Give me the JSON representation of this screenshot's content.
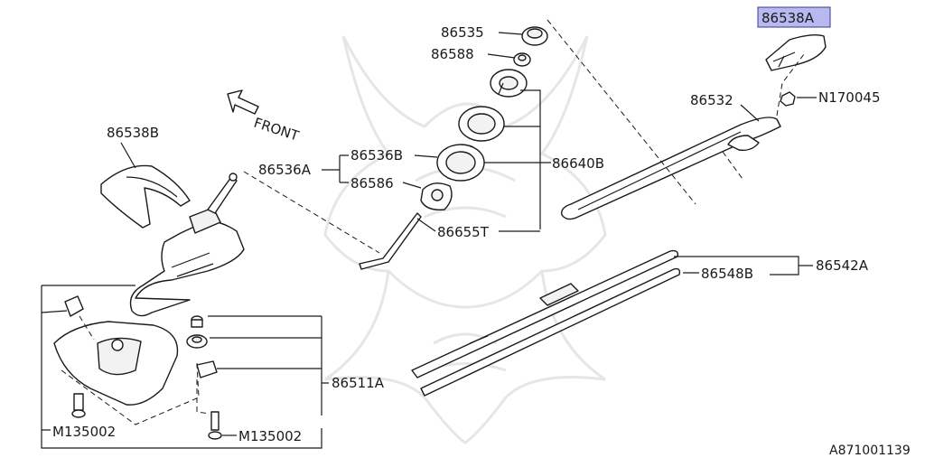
{
  "labels": {
    "p86538A": "86538A",
    "p86535": "86535",
    "p86588": "86588",
    "p86532": "86532",
    "pN170045": "N170045",
    "p86538B": "86538B",
    "front": "FRONT",
    "p86536A": "86536A",
    "p86536B": "86536B",
    "p86586": "86586",
    "p86640B": "86640B",
    "p86655T": "86655T",
    "p86542A": "86542A",
    "p86548B": "86548B",
    "p86511A": "86511A",
    "pM135002_left": "M135002",
    "pM135002_right": "M135002",
    "diagram_id": "A871001139"
  },
  "colors": {
    "highlight_fill": "#b7b9f0",
    "line": "#1a1a1a",
    "watermark": "#e6e6e6"
  }
}
